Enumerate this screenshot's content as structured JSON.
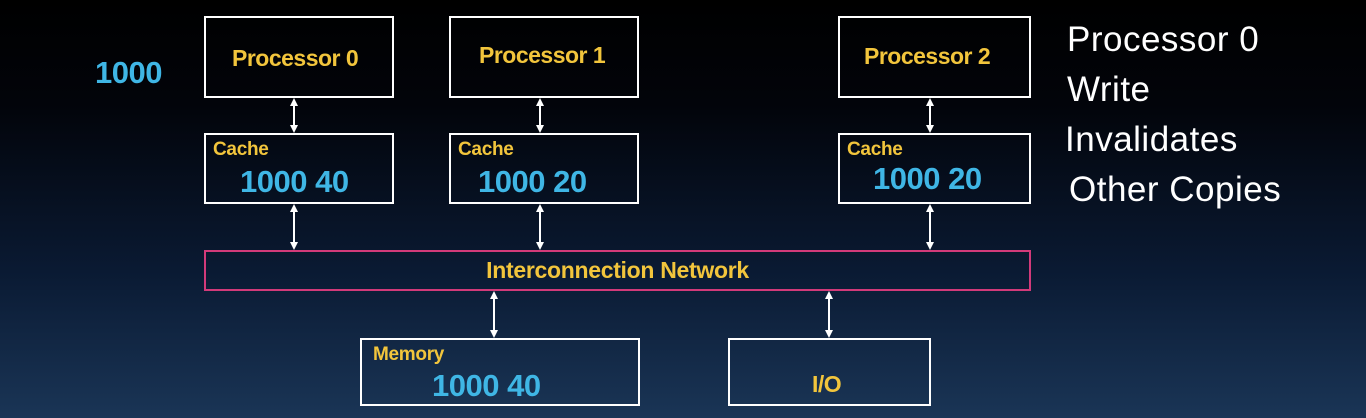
{
  "address": "1000",
  "processors": [
    {
      "name": "Processor 0",
      "cache_label": "Cache",
      "cache_value": "1000 40"
    },
    {
      "name": "Processor 1",
      "cache_label": "Cache",
      "cache_value": "1000 20"
    },
    {
      "name": "Processor 2",
      "cache_label": "Cache",
      "cache_value": "1000 20"
    }
  ],
  "network_label": "Interconnection Network",
  "memory": {
    "label": "Memory",
    "value": "1000 40"
  },
  "io_label": "I/O",
  "side_text": [
    "Processor 0",
    "Write",
    "Invalidates",
    "Other Copies"
  ],
  "colors": {
    "accent_label": "#f2c53c",
    "value": "#3fb6e5",
    "network_border": "#d23a7a"
  }
}
